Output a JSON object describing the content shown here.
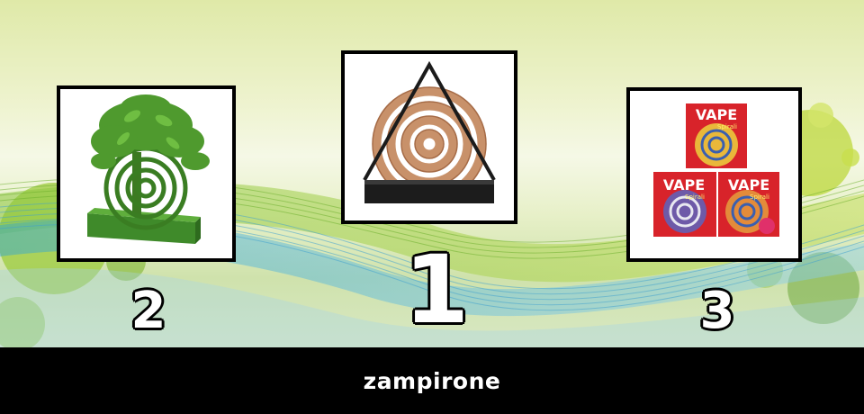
{
  "items": [
    {
      "rank": "1",
      "description": "black metal triangular holder with copper spiral coil"
    },
    {
      "rank": "2",
      "description": "green metal tree-shaped holder with spiral coil"
    },
    {
      "rank": "3",
      "description": "stacked VAPE Spirali boxes"
    }
  ],
  "brand_text": {
    "vape": "VAPE",
    "spirali": "Spirali"
  },
  "caption": "zampirone",
  "colors": {
    "caption_bg": "#000000",
    "caption_text": "#ffffff",
    "card_border": "#000000"
  }
}
